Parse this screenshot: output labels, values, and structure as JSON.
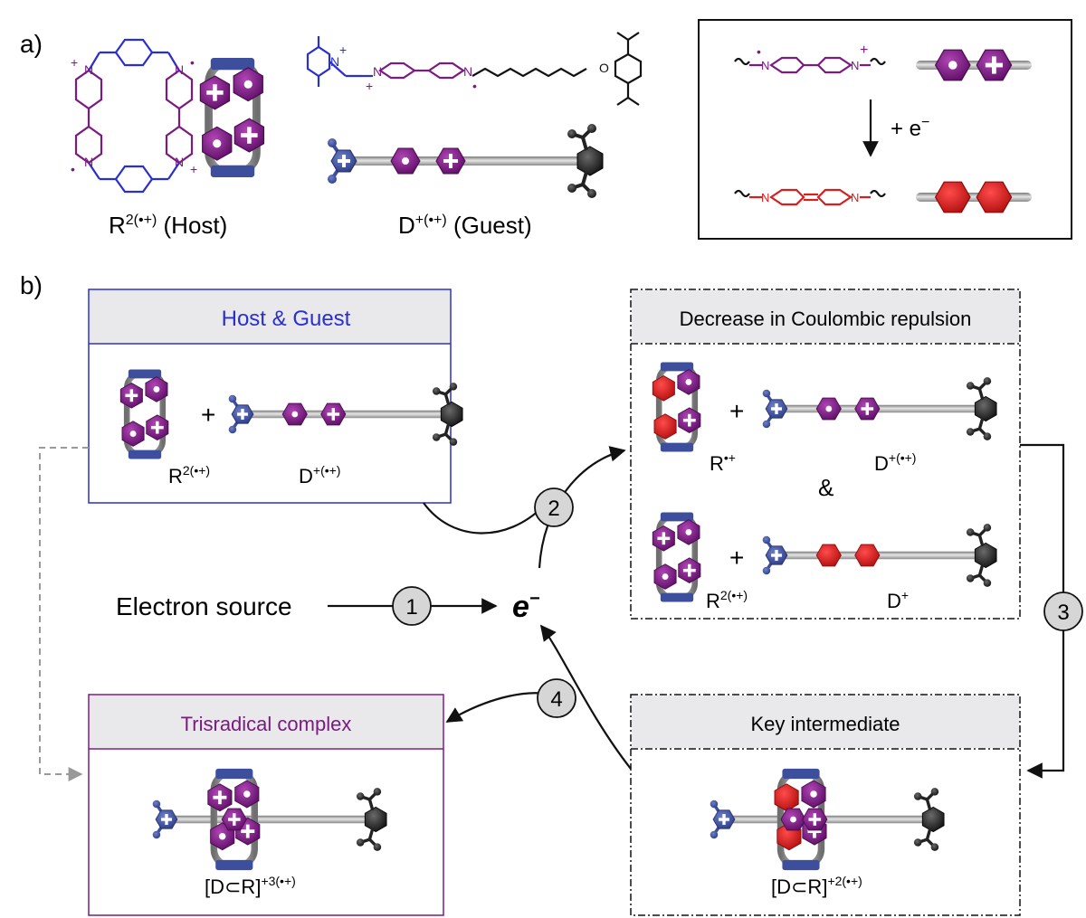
{
  "panel_a": {
    "label": "a)",
    "host_caption_main": "R",
    "host_caption_sup": "2(•+)",
    "host_caption_tail": " (Host)",
    "guest_caption_main": "D",
    "guest_caption_sup": "+(•+)",
    "guest_caption_tail": " (Guest)",
    "inset_step": "+ e",
    "inset_step_sup": "−",
    "atom_n": "N",
    "atom_o": "O",
    "plus": "+",
    "radical": "•"
  },
  "panel_b": {
    "label": "b)",
    "box_host_guest": {
      "title": "Host & Guest",
      "host_label": "R",
      "host_sup": "2(•+)",
      "guest_label": "D",
      "guest_sup": "+(•+)",
      "plus": "+"
    },
    "box_coulombic": {
      "title": "Decrease in Coulombic repulsion",
      "r1_label": "R",
      "r1_sup": "•+",
      "d1_label": "D",
      "d1_sup": "+(•+)",
      "and": "&",
      "r2_label": "R",
      "r2_sup": "2(•+)",
      "d2_label": "D",
      "d2_sup": "+",
      "plus": "+"
    },
    "box_trisradical": {
      "title": "Trisradical complex",
      "caption_main": "[D⊂R]",
      "caption_sup": "+3(•+)"
    },
    "box_key": {
      "title": "Key intermediate",
      "caption_main": "[D⊂R]",
      "caption_sup": "+2(•+)"
    },
    "electron_source": "Electron source",
    "electron": "e",
    "electron_sup": "−",
    "steps": [
      "1",
      "2",
      "3",
      "4"
    ]
  },
  "colors": {
    "purple": "#7b1a82",
    "red": "#d81f1f",
    "blue": "#2a2fd0",
    "navy": "#3d4f9c",
    "grey_header": "#e9e9ec",
    "black": "#1a1a1a"
  }
}
